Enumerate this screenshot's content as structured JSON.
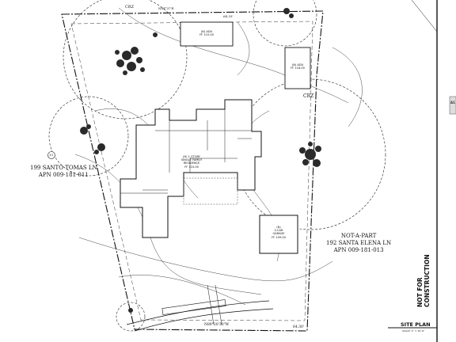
{
  "parcels": {
    "west": {
      "address": "199 SANTO TOMAS LN",
      "apn": "APN 009-181-011"
    },
    "east": {
      "note": "NOT-A-PART",
      "address": "192 SANTA ELENA LN",
      "apn": "APN 009-181-013"
    }
  },
  "buildings": {
    "adu_1": {
      "line1": "(N) ADU",
      "line2": "FF 110.00"
    },
    "adu_2": {
      "line1": "(N) ADU",
      "line2": "FF 116.00"
    },
    "residence": {
      "line1": "(N) 1-STORY",
      "line2": "SINGLE FAMILY",
      "line3": "RESIDENCE",
      "line4": "FF 110.00"
    },
    "garage": {
      "line1": "(N)",
      "line2": "2-CAR",
      "line3": "GARAGE",
      "line4": "FF 109.00"
    }
  },
  "boundary": {
    "bearing_top": "N84°37'E",
    "bearing_bottom": "N89°20'30\"W",
    "distance_bottom": "64.30'",
    "distance_top": "64.33'"
  },
  "annotations": {
    "crz_1": "CRZ",
    "crz_2": "CRZ",
    "tree_tag": "13"
  },
  "sheet": {
    "title": "SITE PLAN",
    "scale": "SCALE: 1\" = 10'-0\"",
    "stamp": "NOT FOR CONSTRUCTION",
    "sheet_tab": "A1"
  },
  "colors": {
    "ink": "#111111",
    "paper": "#ffffff",
    "tree_fill": "#2a2a2a"
  }
}
